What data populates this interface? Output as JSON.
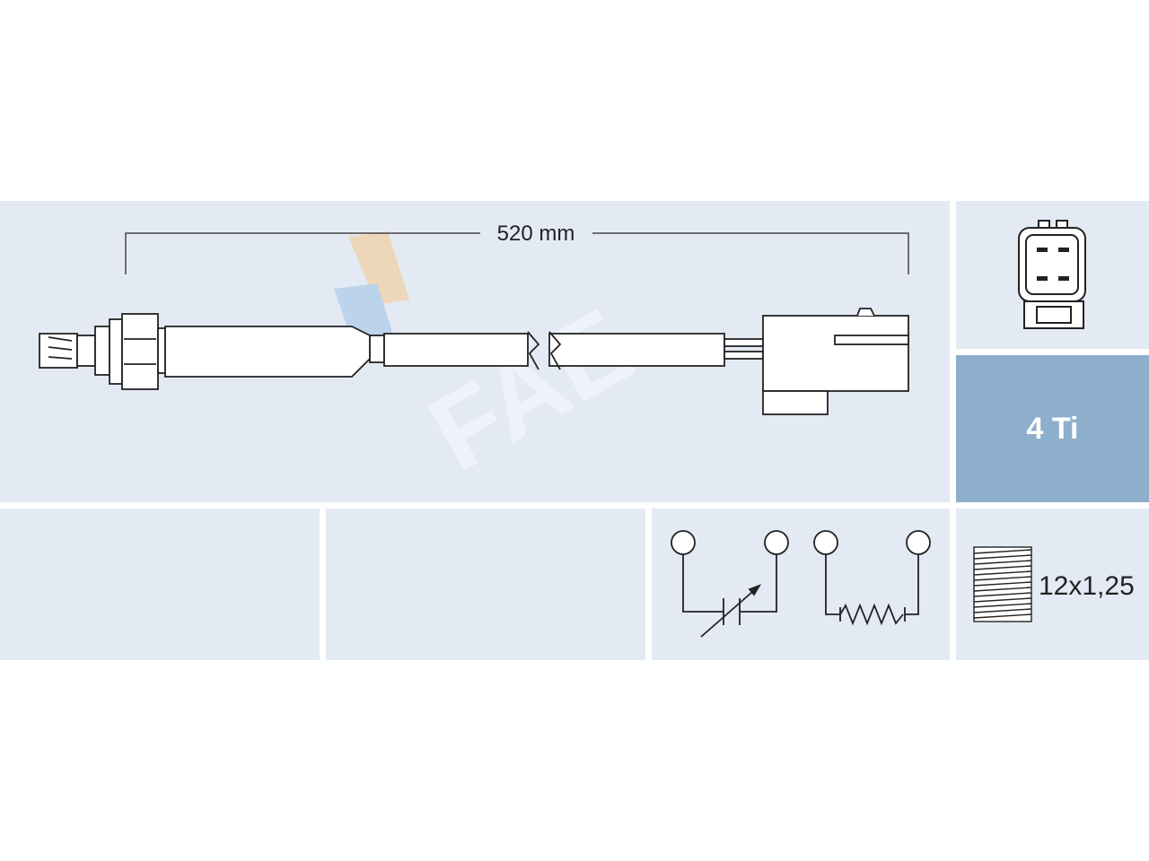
{
  "sensor": {
    "length_label": "520 mm",
    "wire_count_label": "4 Ti",
    "thread_label": "12x1,25"
  },
  "icons": {
    "connector": "connector-4pin-icon",
    "circuit_sensor": "variable-resistor-circuit-icon",
    "circuit_heater": "heater-resistor-circuit-icon",
    "thread": "thread-icon"
  },
  "colors": {
    "panel_bg": "#e3eaf4",
    "accent_panel": "#8eafcc",
    "line": "#222222",
    "logo_orange": "#f5c98a",
    "logo_blue": "#9cc3e6"
  }
}
